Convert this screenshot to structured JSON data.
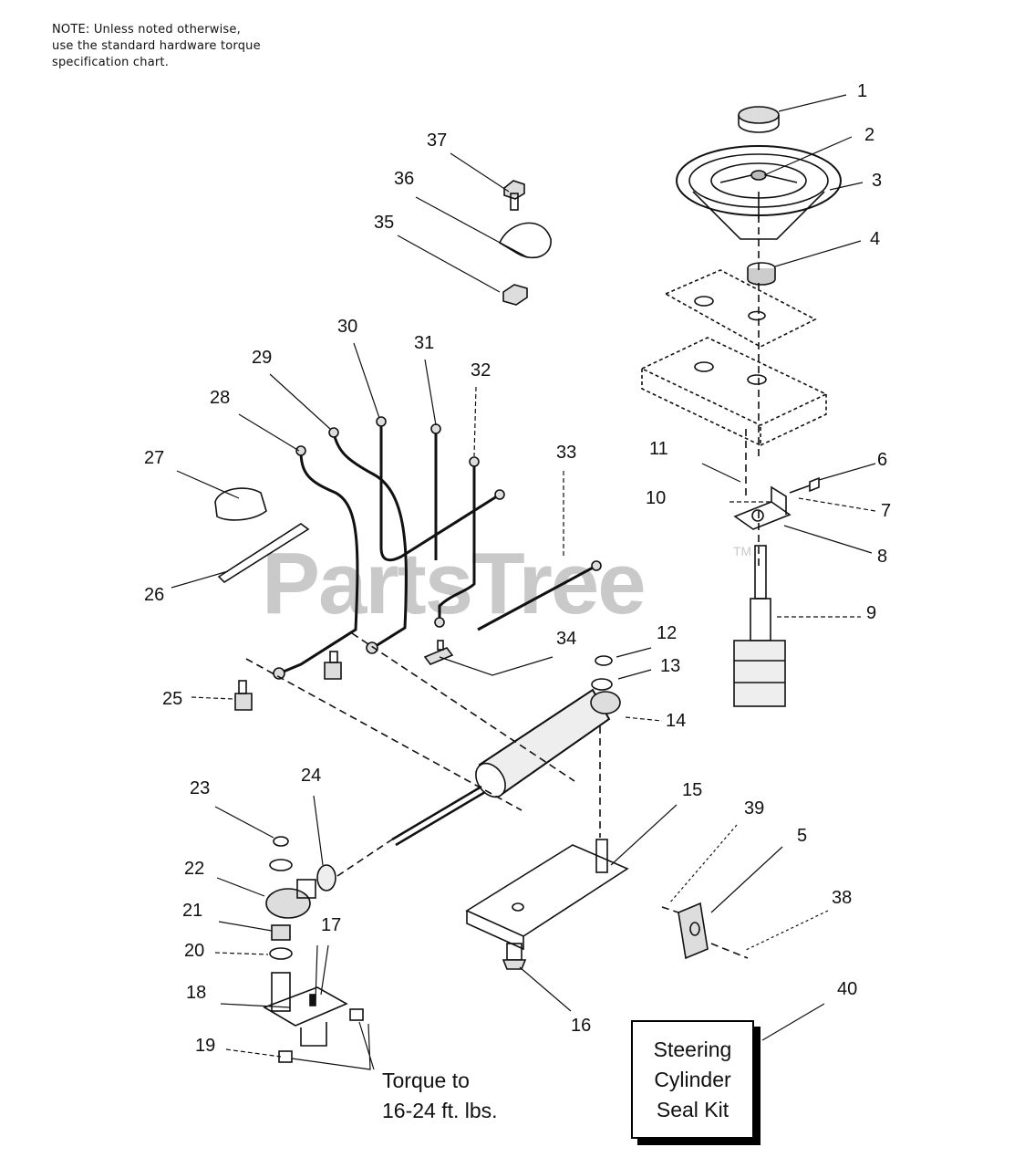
{
  "note": {
    "line1": "NOTE: Unless noted otherwise,",
    "line2": "use the standard hardware torque",
    "line3": "specification chart."
  },
  "watermark": {
    "text": "PartsTree",
    "tm": "TM"
  },
  "torque": {
    "line1": "Torque to",
    "line2": "16-24 ft. lbs."
  },
  "kit": {
    "line1": "Steering",
    "line2": "Cylinder",
    "line3": "Seal Kit"
  },
  "callouts": [
    "1",
    "2",
    "3",
    "4",
    "5",
    "6",
    "7",
    "8",
    "9",
    "10",
    "11",
    "12",
    "13",
    "14",
    "15",
    "16",
    "17",
    "18",
    "19",
    "20",
    "21",
    "22",
    "23",
    "24",
    "25",
    "26",
    "27",
    "28",
    "29",
    "30",
    "31",
    "32",
    "33",
    "34",
    "35",
    "36",
    "37",
    "38",
    "39",
    "40"
  ]
}
